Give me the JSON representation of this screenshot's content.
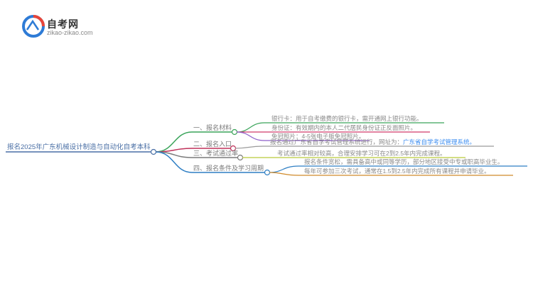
{
  "logo": {
    "title": "自考网",
    "subtitle": "zikao-zikao.com"
  },
  "root": "报名2025年广东机械设计制造与自动化自考本科",
  "branches": [
    {
      "label": "一、报名材料",
      "color": "#3aa45a",
      "leaves": [
        {
          "text": "银行卡：用于自考缴费的银行卡，需开通网上银行功能。",
          "color": "#3aa45a"
        },
        {
          "text": "身份证：有效期内的本人二代居民身份证正反面照片。",
          "color": "#d23a6b"
        },
        {
          "text": "免冠照片：4-5张电子版免冠照片。",
          "color": "#8e5fc9"
        }
      ]
    },
    {
      "label": "二、报名入口",
      "color": "#c0315a",
      "leaves": [
        {
          "text": "报名通过广东省自学考试管理系统进行，网址为：",
          "link": "广东省自学考试管理系统。",
          "color": "#9b9b9b"
        }
      ]
    },
    {
      "label": "三、考试通过率",
      "color": "#7a7a7a",
      "leaves": [
        {
          "text": "考试通过率相对较高，合理安排学习可在2到2.5年内完成课程。",
          "color": "#b9c93a"
        }
      ]
    },
    {
      "label": "四、报名条件及学习周期",
      "color": "#2f7fc4",
      "leaves": [
        {
          "text": "报名条件宽松，需具备高中或同等学历，部分地区接受中专或职高毕业生。",
          "color": "#2f7fc4"
        },
        {
          "text": "每年可参加三次考试，通常在1.5到2.5年内完成所有课程并申请毕业。",
          "color": "#d08a2a"
        }
      ]
    }
  ]
}
